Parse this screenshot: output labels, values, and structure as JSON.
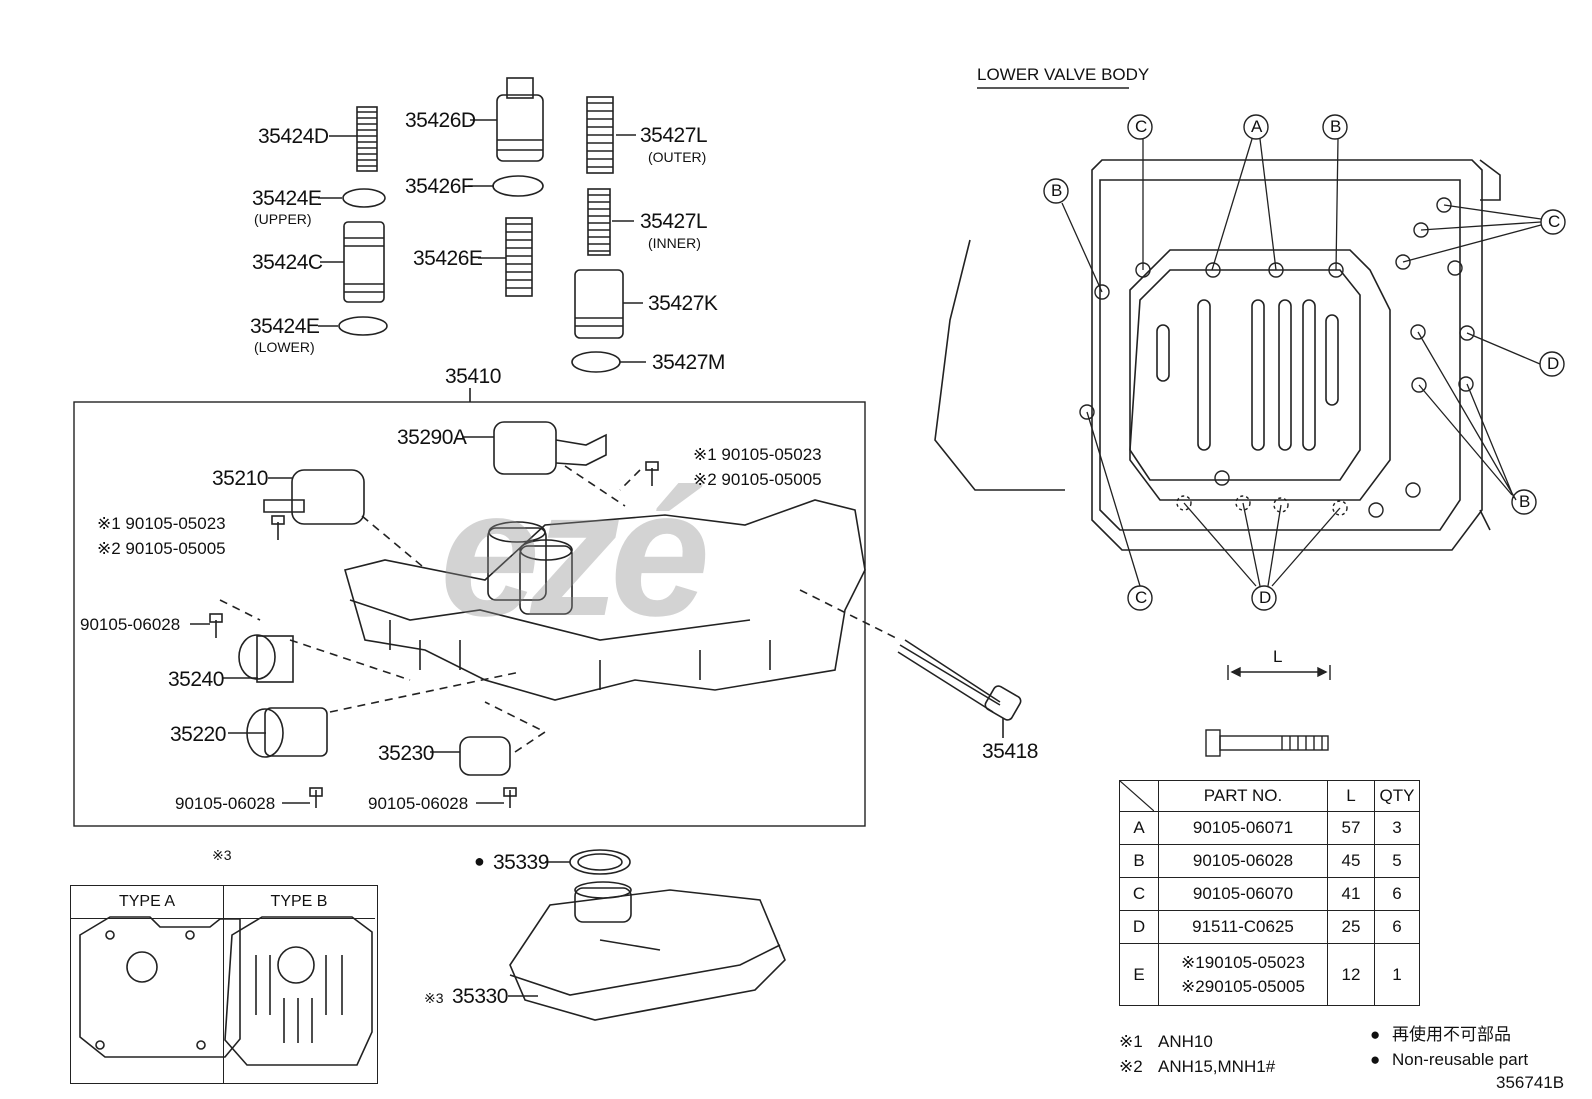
{
  "section_title": "LOWER VALVE BODY",
  "group_label": "35410",
  "part_labels": {
    "p35424D": "35424D",
    "p35424E_upper": "35424E",
    "upper_note": "(UPPER)",
    "p35424C": "35424C",
    "p35424E_lower": "35424E",
    "lower_note": "(LOWER)",
    "p35426D": "35426D",
    "p35426F": "35426F",
    "p35426E": "35426E",
    "p35427L_outer": "35427L",
    "outer_note": "(OUTER)",
    "p35427L_inner": "35427L",
    "inner_note": "(INNER)",
    "p35427K": "35427K",
    "p35427M": "35427M",
    "p35290A": "35290A",
    "p35210": "35210",
    "p35240": "35240",
    "p35220": "35220",
    "p35230": "35230",
    "p35418": "35418",
    "p35339": "35339",
    "p35330": "35330",
    "bolt_a_1": "※1 90105-05023",
    "bolt_a_2": "※2 90105-05005",
    "bolt_b_1": "※1 90105-05023",
    "bolt_b_2": "※2 90105-05005",
    "bolt_06028_a": "90105-06028",
    "bolt_06028_b": "90105-06028",
    "bolt_06028_c": "90105-06028",
    "ref3_top": "※3",
    "ref3_35330": "※3",
    "bullet": "●"
  },
  "callout_letters": {
    "c1": "C",
    "a1": "A",
    "b1": "B",
    "b2": "B",
    "c2": "C",
    "d1": "D",
    "b3": "B",
    "c3": "C",
    "d2": "D"
  },
  "dimension_label": "L",
  "type_box": {
    "type_a": "TYPE A",
    "type_b": "TYPE B"
  },
  "spec_table": {
    "headers": {
      "part_no": "PART NO.",
      "length": "L",
      "qty": "QTY"
    },
    "rows": [
      {
        "key": "A",
        "part": "90105-06071",
        "l": "57",
        "qty": "3"
      },
      {
        "key": "B",
        "part": "90105-06028",
        "l": "45",
        "qty": "5"
      },
      {
        "key": "C",
        "part": "90105-06070",
        "l": "41",
        "qty": "6"
      },
      {
        "key": "D",
        "part": "91511-C0625",
        "l": "25",
        "qty": "6"
      }
    ],
    "row_e": {
      "key": "E",
      "part1": "※190105-05023",
      "part2": "※290105-05005",
      "l": "12",
      "qty": "1"
    }
  },
  "notes": {
    "n1_mark": "※1",
    "n1_text": "ANH10",
    "n2_mark": "※2",
    "n2_text": "ANH15,MNH1#"
  },
  "legend": {
    "jp": "再使用不可部品",
    "en": "Non-reusable part"
  },
  "figure_id": "356741B",
  "watermark": "ezé"
}
